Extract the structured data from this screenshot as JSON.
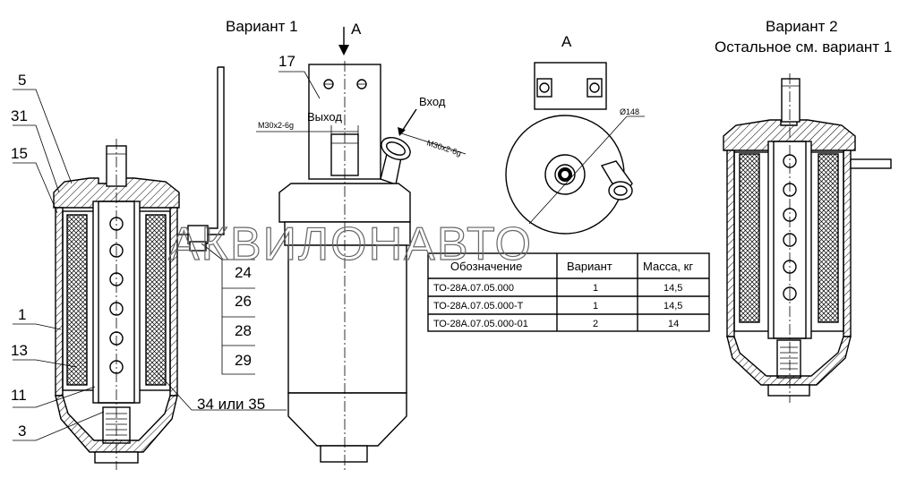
{
  "variant1_title": "Вариант 1",
  "variant2_title": "Вариант 2",
  "variant2_note": "Остальное см. вариант 1",
  "view_arrow_label": "А",
  "view_title": "А",
  "labels": {
    "outlet": "Выход",
    "inlet": "Вход",
    "thread_outlet": "М30х2-6g",
    "thread_inlet": "М30х2-6g",
    "diameter": "Ø148"
  },
  "callouts": [
    "5",
    "31",
    "15",
    "1",
    "13",
    "11",
    "3",
    "17",
    "24",
    "26",
    "28",
    "29",
    "34 или 35"
  ],
  "watermark": "АКВИЛОНАВТО",
  "table": {
    "headers": [
      "Обозначение",
      "Вариант",
      "Масса, кг"
    ],
    "rows": [
      [
        "ТО-28А.07.05.000",
        "1",
        "14,5"
      ],
      [
        "ТО-28А.07.05.000-Т",
        "1",
        "14,5"
      ],
      [
        "ТО-28А.07.05.000-01",
        "2",
        "14"
      ]
    ]
  }
}
